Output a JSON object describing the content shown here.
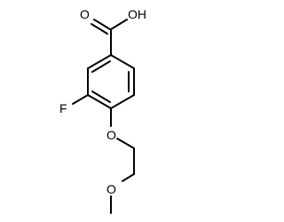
{
  "molecule": {
    "atoms": {
      "o_carbonyl": "O",
      "oh": "OH",
      "f": "F",
      "o_ether": "O",
      "o_methoxy": "O"
    },
    "colors": {
      "bond": "#000000",
      "background": "#ffffff"
    }
  }
}
